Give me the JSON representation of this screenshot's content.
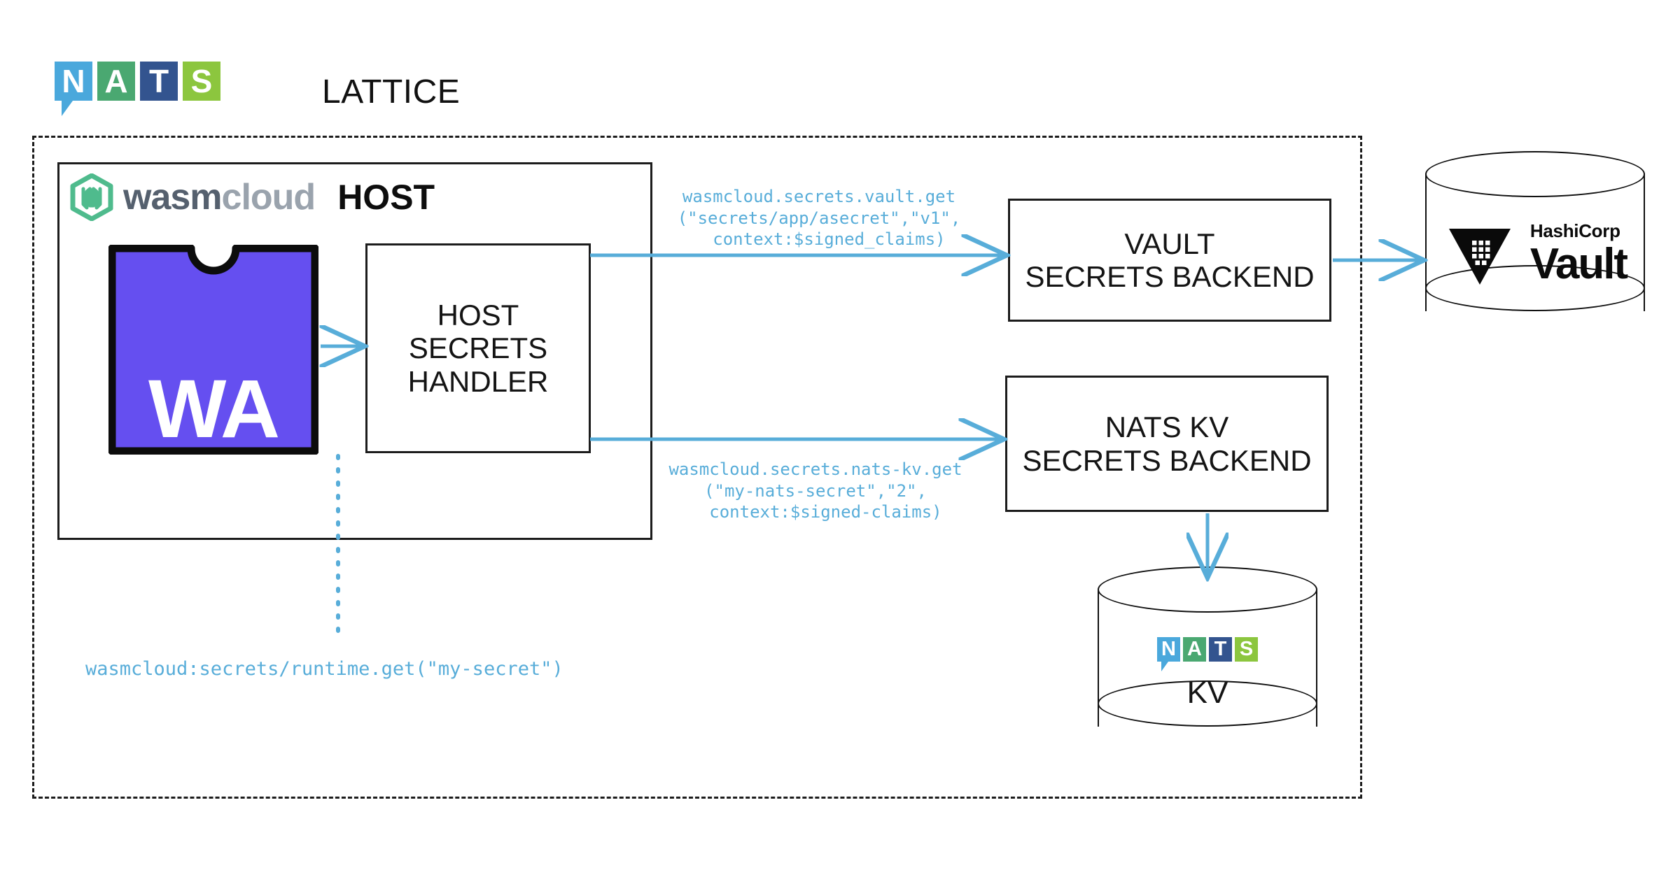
{
  "lattice": {
    "title": "LATTICE",
    "logo": {
      "name": "nats-logo",
      "squares": [
        {
          "letter": "N",
          "color": "#4aa8dc"
        },
        {
          "letter": "A",
          "color": "#4aa871"
        },
        {
          "letter": "T",
          "color": "#33548f"
        },
        {
          "letter": "S",
          "color": "#8cc63e"
        }
      ]
    }
  },
  "host": {
    "logo_mark": "wasmcloud-hexagon-icon",
    "brand_first": "wasm",
    "brand_second": "cloud",
    "title": "HOST",
    "component": {
      "name": "webassembly-component",
      "label": "WA",
      "color": "#654ff0"
    },
    "secrets_handler": {
      "lines": [
        "HOST",
        "SECRETS",
        "HANDLER"
      ]
    }
  },
  "backends": [
    {
      "id": "vault-secrets-backend",
      "lines": [
        "VAULT",
        "SECRETS BACKEND"
      ]
    },
    {
      "id": "nats-kv-secrets-backend",
      "lines": [
        "NATS KV",
        "SECRETS BACKEND"
      ]
    }
  ],
  "stores": [
    {
      "id": "hashicorp-vault-store",
      "logo": "hashicorp-vault-icon",
      "vendor": "HashiCorp",
      "product": "Vault"
    },
    {
      "id": "nats-kv-store",
      "logo": "nats-logo",
      "label": "KV",
      "squares": [
        {
          "letter": "N",
          "color": "#4aa8dc"
        },
        {
          "letter": "A",
          "color": "#4aa871"
        },
        {
          "letter": "T",
          "color": "#33548f"
        },
        {
          "letter": "S",
          "color": "#8cc63e"
        }
      ]
    }
  ],
  "messages": {
    "vault_call": "wasmcloud.secrets.vault.get\n(\"secrets/app/asecret\",\"v1\",\n  context:$signed_claims)",
    "natskv_call": "wasmcloud.secrets.nats-kv.get\n(\"my-nats-secret\",\"2\",\n  context:$signed-claims)",
    "runtime_call": "wasmcloud:secrets/runtime.get(\"my-secret\")"
  },
  "colors": {
    "wire": "#58add9",
    "outline": "#1c1c1c",
    "component": "#654ff0",
    "wasmcloud_green": "#4fbb8d"
  }
}
